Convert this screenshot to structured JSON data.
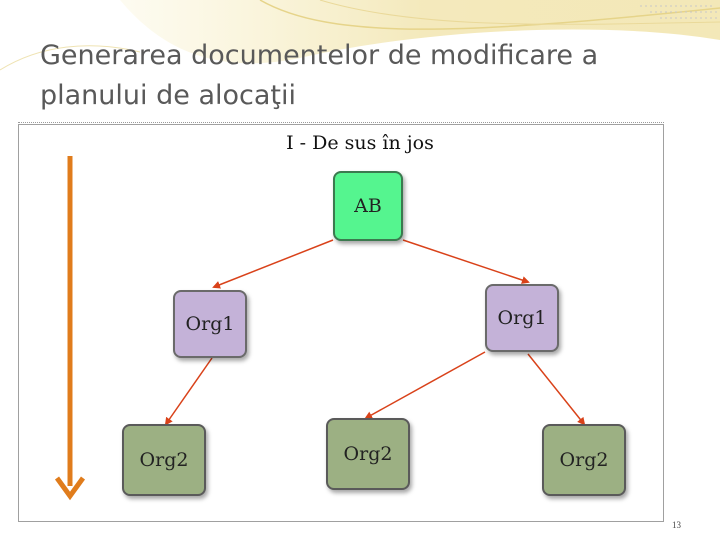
{
  "slide": {
    "title": "Generarea documentelor de modificare a planului de alocaţii",
    "page_number": "13"
  },
  "diagram": {
    "title": "I - De sus în jos",
    "nodes": {
      "root": "AB",
      "left_l1": "Org1",
      "right_l1": "Org1",
      "left_l2": "Org2",
      "mid_l2": "Org2",
      "right_l2": "Org2"
    },
    "edges": [
      {
        "from": "AB",
        "to": "Org1 (left)"
      },
      {
        "from": "AB",
        "to": "Org1 (right)"
      },
      {
        "from": "Org1 (left)",
        "to": "Org2 (left)"
      },
      {
        "from": "Org1 (right)",
        "to": "Org2 (middle)"
      },
      {
        "from": "Org1 (right)",
        "to": "Org2 (right)"
      }
    ],
    "direction_arrow": "top-to-bottom"
  },
  "colors": {
    "root_fill": "#55f58f",
    "level1_fill": "#c4b2d8",
    "level2_fill": "#9cb083",
    "edge_color": "#d9421a",
    "direction_arrow": "#e07c1c",
    "title_text": "#595959"
  }
}
